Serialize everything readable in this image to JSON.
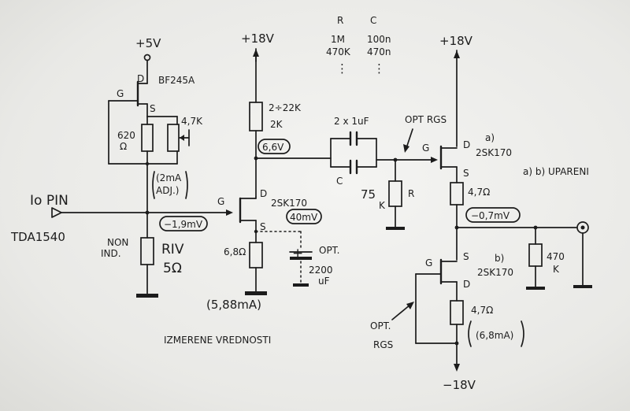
{
  "labels": {
    "supply_5v": "+5V",
    "supply_18v": "+18V",
    "supply_neg18v": "−18V",
    "pin_g": "G",
    "pin_d": "D",
    "pin_s": "S",
    "bf245a": "BF245A",
    "r620": "620",
    "ohm": "Ω",
    "r4k7": "4,7K",
    "current_2ma": "(2mA",
    "adj": "ADJ.)",
    "io_pin": "Io PIN",
    "tda1540": "TDA1540",
    "v_gate": "−1,9mV",
    "riv": "RIV",
    "riv_value": "5Ω",
    "non": "NON",
    "ind": "IND.",
    "r_drain_range": "2÷22K",
    "r_drain": "2K",
    "v_drain": "6,6V",
    "jfet": "2SK170",
    "v_source": "40mV",
    "opt": "OPT.",
    "c2200": "2200",
    "uf": "uF",
    "r_source": "6,8Ω",
    "current_1": "(5,88mA)",
    "c_coupling": "2 x 1uF",
    "c": "C",
    "r": "R",
    "r75": "75",
    "k": "K",
    "opt_rgs": "OPT RGS",
    "variant_a": "a)",
    "variant_b": "b)",
    "matched": "a) b) UPARENI",
    "r_4r7": "4,7Ω",
    "v_out": "−0,7mV",
    "r470": "470",
    "current_2": "(6,8mA)",
    "rgs": "RGS",
    "caption": "IZMERENE VREDNOSTI"
  },
  "table": {
    "header_r": "R",
    "header_c": "C",
    "r_1": "1M",
    "c_1": "100n",
    "r_2": "470K",
    "c_2": "470n"
  }
}
